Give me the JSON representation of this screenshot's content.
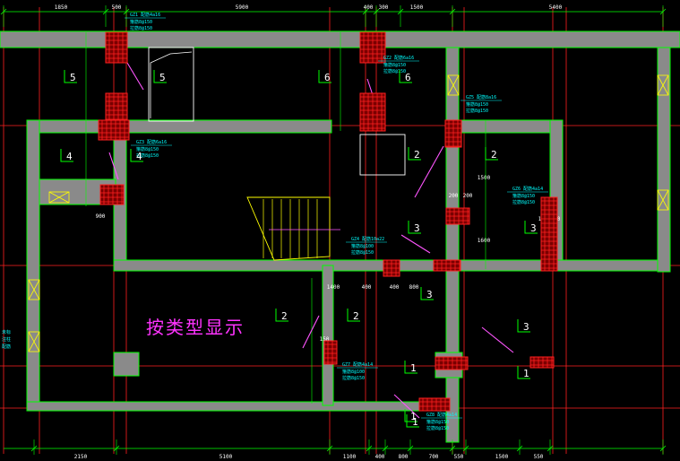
{
  "title": "按类型显示",
  "colors": {
    "background": "#000000",
    "wall_fill": "#8a8a8a",
    "wall_edge": "#00ff00",
    "axis_line": "#ff2020",
    "dimension": "#00ff00",
    "dim_text": "#ffffff",
    "column": "#ff2020",
    "annotation": "#00ffff",
    "section_marker": "#00ff00",
    "title_text": "#ff33ff",
    "stair": "#ffff00",
    "opening": "#ffffff",
    "diagonal": "#ff55ff"
  },
  "dimensions_top": [
    "1850",
    "500",
    "5900",
    "400",
    "300",
    "1500",
    "5400"
  ],
  "dimensions_bottom": [
    "2150",
    "5100",
    "1100",
    "400",
    "800",
    "700",
    "550",
    "1500",
    "550"
  ],
  "dimensions_inner": [
    "900",
    "400",
    "1400",
    "400",
    "800",
    "200",
    "200",
    "1500",
    "1600",
    "150",
    "150",
    "150"
  ],
  "section_labels": [
    "5",
    "5",
    "6",
    "6",
    "4",
    "4",
    "2",
    "2",
    "3",
    "3",
    "2",
    "2",
    "3",
    "3",
    "1",
    "1",
    "1",
    "1"
  ],
  "column_tags": [
    {
      "tag": "GZ1",
      "lines": [
        "配筋4a16",
        "箍筋8@150",
        "拉筋8@150"
      ]
    },
    {
      "tag": "GZ2",
      "lines": [
        "配筋6a16",
        "箍筋8@150",
        "拉筋8@150"
      ]
    },
    {
      "tag": "GZ3",
      "lines": [
        "配筋6a16",
        "箍筋8@150",
        "拉筋8@150"
      ]
    },
    {
      "tag": "GZ4",
      "lines": [
        "配筋10a22",
        "箍筋8@100",
        "拉筋8@150"
      ]
    },
    {
      "tag": "GZ5",
      "lines": [
        "配筋8a16",
        "箍筋8@150",
        "拉筋8@150"
      ]
    },
    {
      "tag": "GZ6",
      "lines": [
        "配筋4a14",
        "箍筋8@150",
        "拉筋8@150"
      ]
    },
    {
      "tag": "GZ7",
      "lines": [
        "配筋4a14",
        "箍筋8@100",
        "拉筋8@150"
      ]
    },
    {
      "tag": "GZ8",
      "lines": [
        "配筋4a14",
        "箍筋8@150",
        "拉筋8@150"
      ]
    }
  ],
  "side_tag_left": [
    "未标",
    "注柱",
    "配筋"
  ],
  "icons": [
    "door-swing-icon",
    "window-cross-icon",
    "stair-icon",
    "section-marker-icon",
    "column-hatch-icon"
  ]
}
